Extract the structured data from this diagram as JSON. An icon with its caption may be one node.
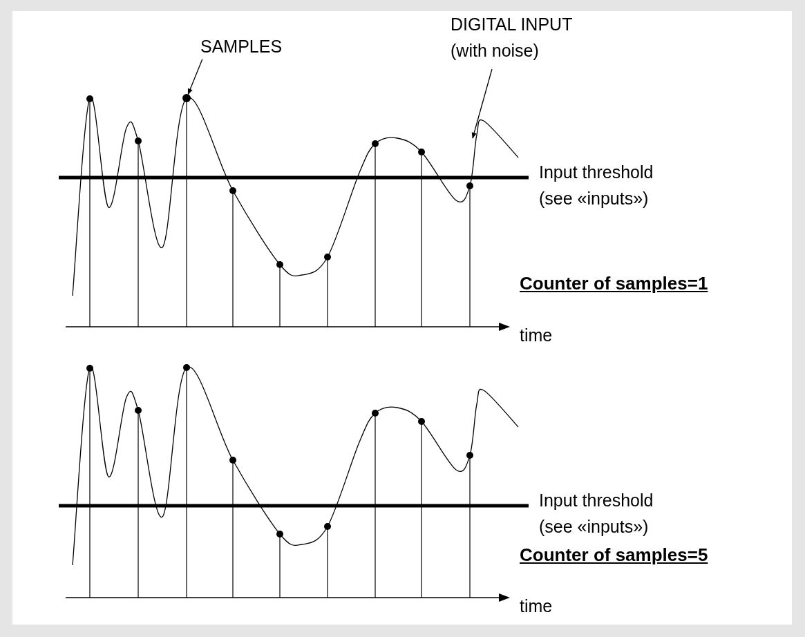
{
  "diagram": {
    "nodes": [
      {
        "text": [
          "SAMPLES"
        ]
      },
      {
        "text": [
          "DIGITAL INPUT (with noise)"
        ]
      },
      {
        "text": [],
        "shape": "circle"
      }
    ],
    "edges": [
      {
        "from": 0,
        "to": 2,
        "arrow": "to"
      },
      {
        "from": 1,
        "to": null,
        "arrow": "to"
      }
    ],
    "labels": [
      "Input threshold (see «inputs»)",
      "Counter of samples=1",
      "time",
      "Input threshold (see «inputs»)",
      "Counter of samples=5",
      "time"
    ]
  }
}
